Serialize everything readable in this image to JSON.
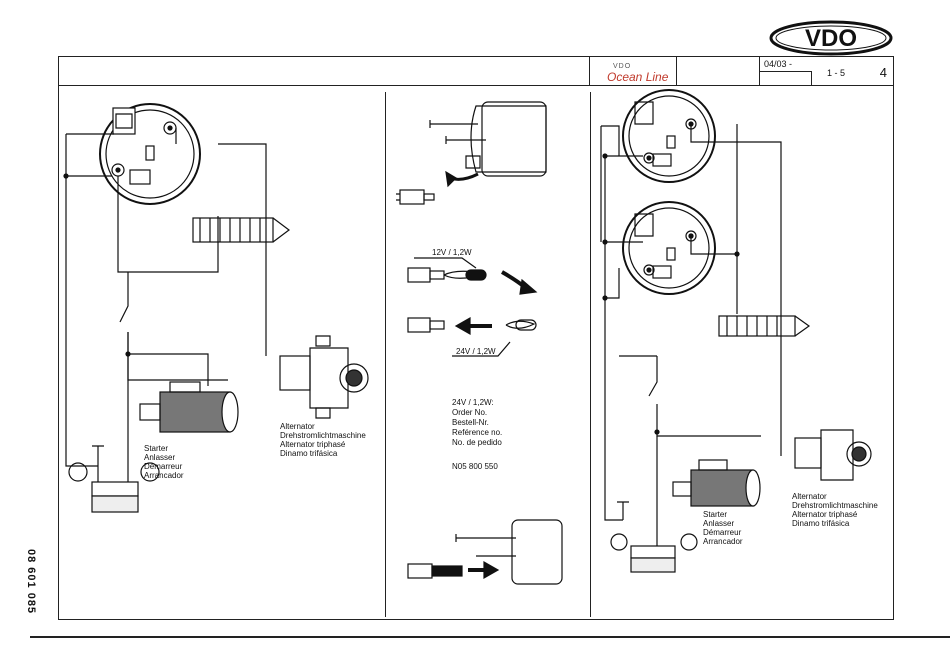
{
  "brand": {
    "name": "VDO"
  },
  "product_logo": {
    "brand_small": "VDO",
    "line_name": "Ocean Line"
  },
  "header": {
    "date": "04/03 -",
    "page_range": "1 - 5",
    "page_number": "4"
  },
  "doc_number": "08 601 085",
  "left_panel": {
    "starter_labels": [
      "Starter",
      "Anlasser",
      "Démarreur",
      "Arrancador"
    ],
    "alternator_labels": [
      "Alternator",
      "Drehstromlichtmaschine",
      "Alternator triphasé",
      "Dinamo trifásica"
    ]
  },
  "middle_panel": {
    "bulb_12v": "12V / 1,2W",
    "bulb_24v": "24V / 1,2W",
    "order_info": [
      "24V / 1,2W:",
      "Order No.",
      "Bestell-Nr.",
      "Reférence no.",
      "No. de pedido"
    ],
    "part_number": "N05 800 550"
  },
  "right_panel": {
    "starter_labels": [
      "Starter",
      "Anlasser",
      "Démarreur",
      "Arrancador"
    ],
    "alternator_labels": [
      "Alternator",
      "Drehstromlichtmaschine",
      "Alternator triphasé",
      "Dinamo trifásica"
    ]
  },
  "colors": {
    "ink": "#111111",
    "line": "#222222",
    "logo_red": "#c0392b"
  }
}
